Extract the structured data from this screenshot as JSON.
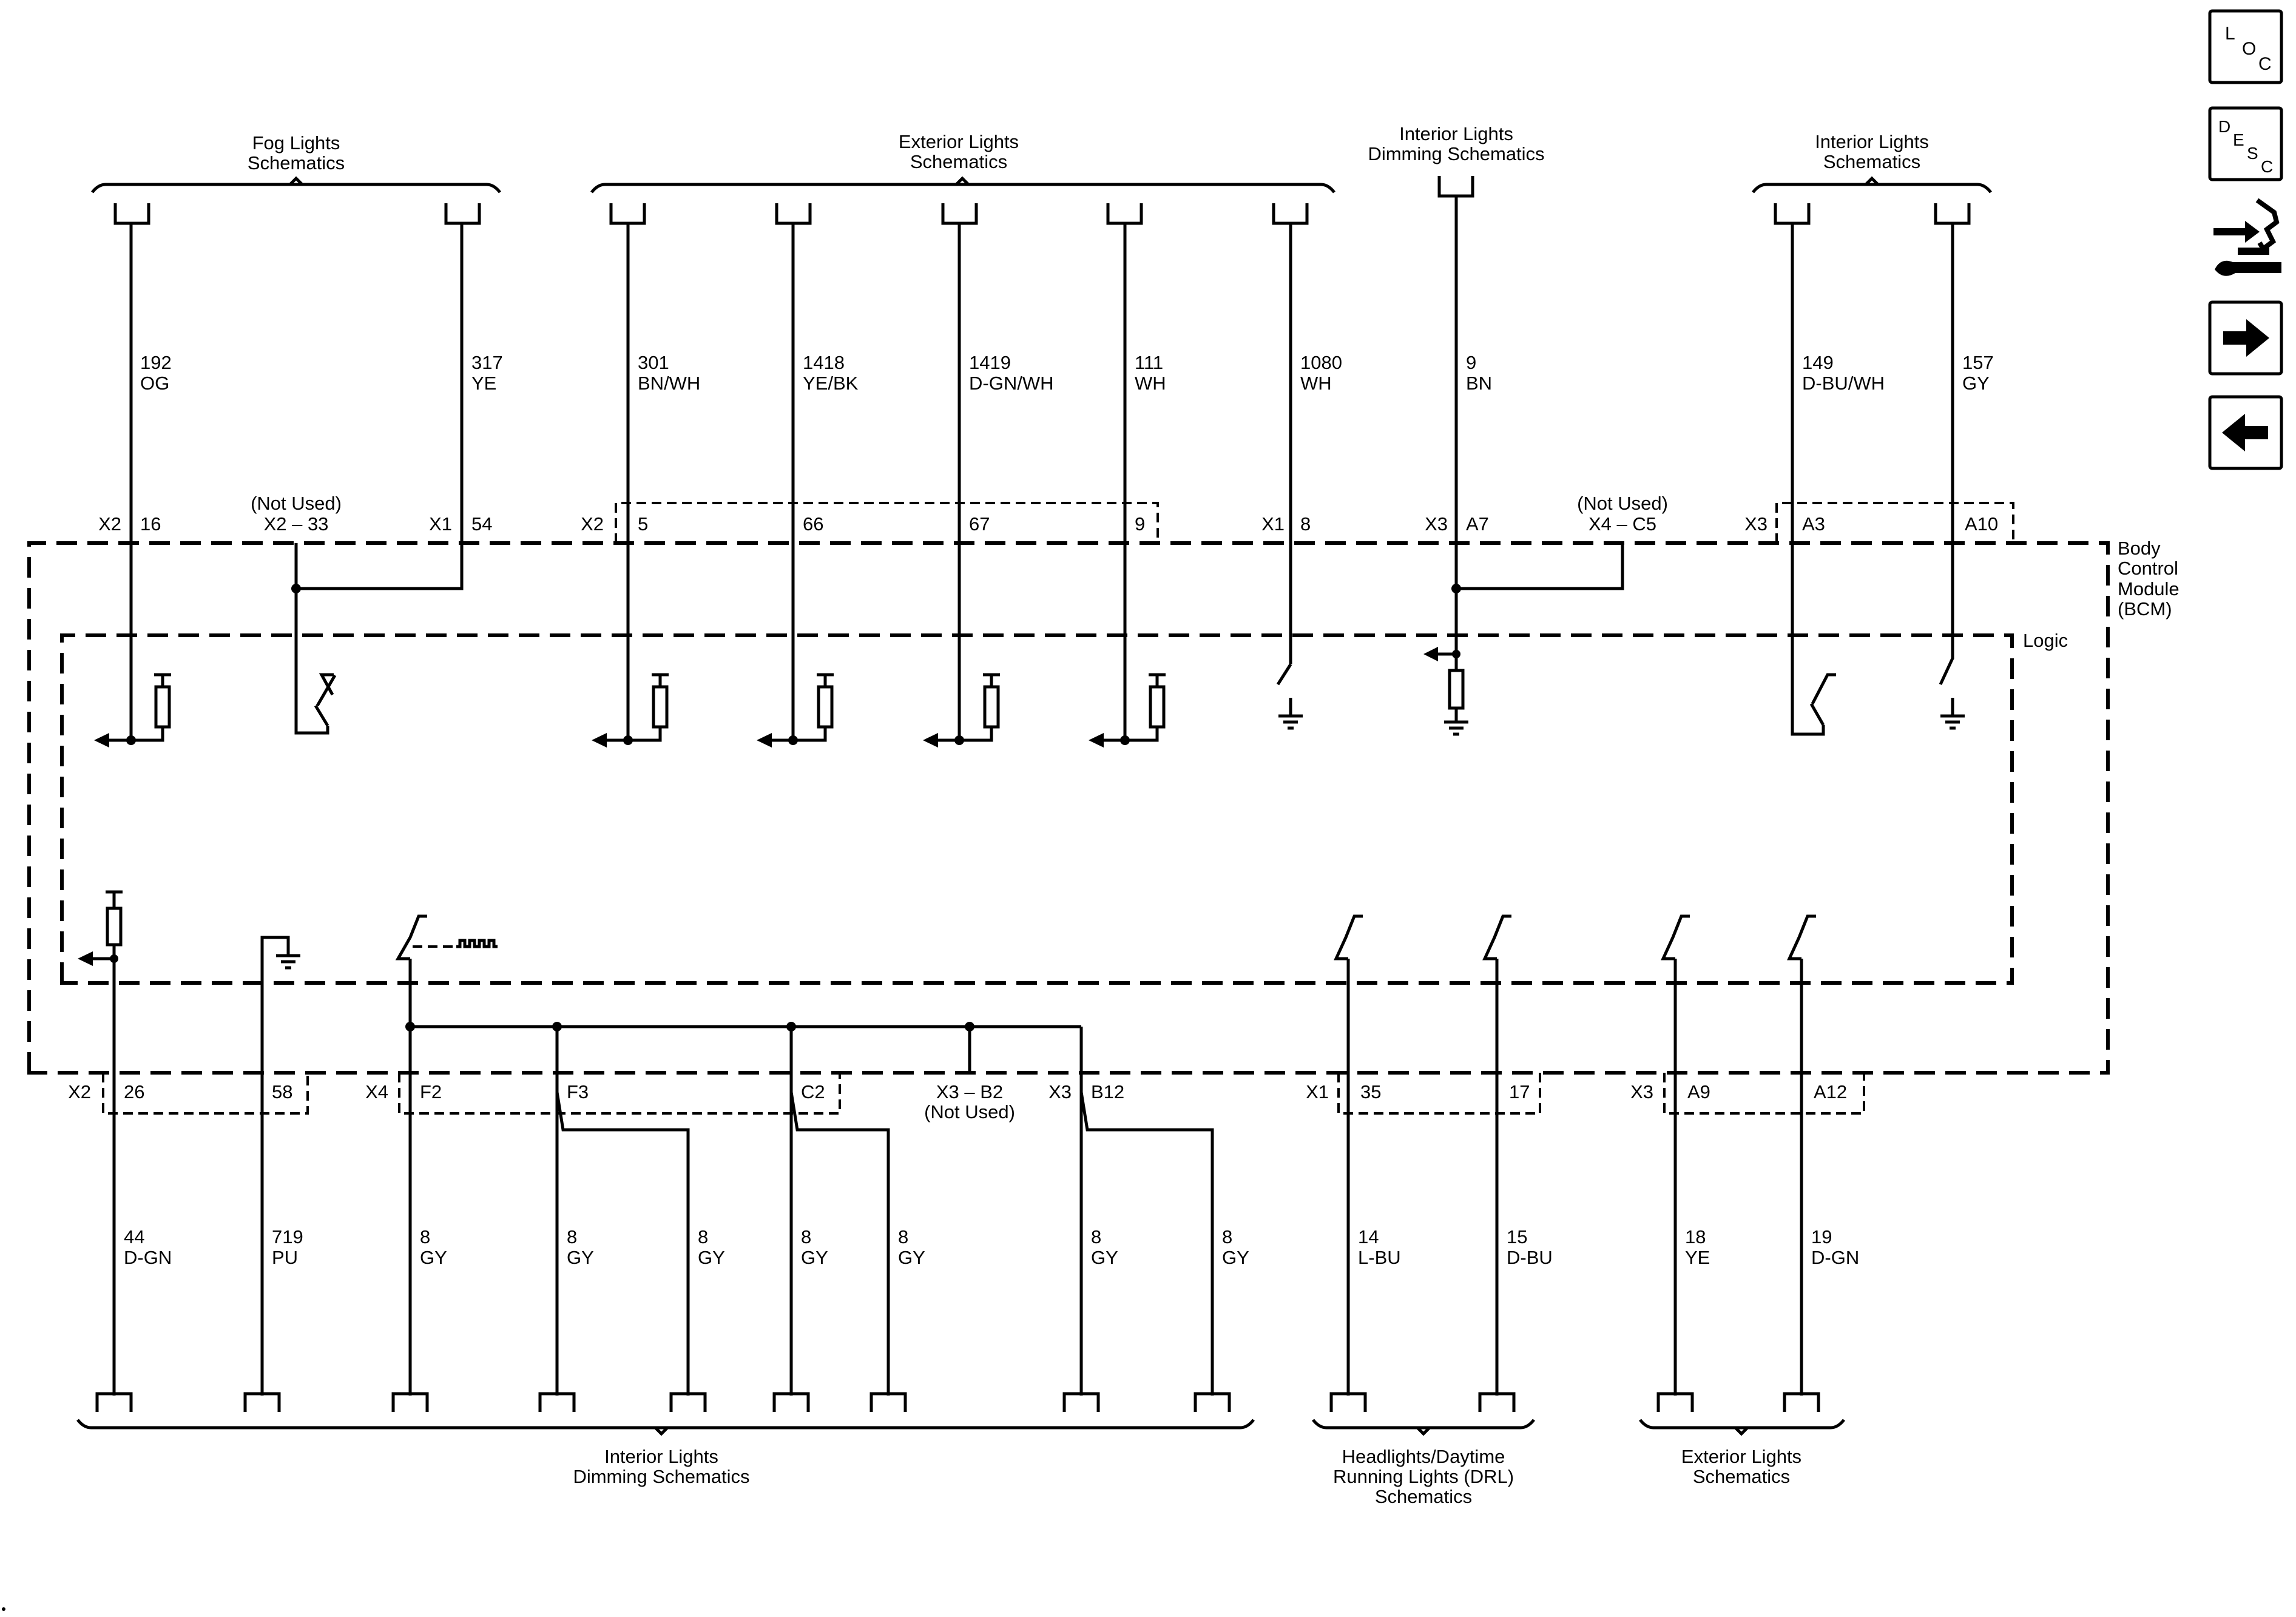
{
  "groups": {
    "fog_top": [
      "Fog Lights",
      "Schematics"
    ],
    "ext_top": [
      "Exterior Lights",
      "Schematics"
    ],
    "int_dim_top": [
      "Interior Lights",
      "Dimming Schematics"
    ],
    "int_top": [
      "Interior Lights",
      "Schematics"
    ],
    "int_dim_bottom": [
      "Interior Lights",
      "Dimming Schematics"
    ],
    "drl_bottom": [
      "Headlights/Daytime",
      "Running Lights (DRL)",
      "Schematics"
    ],
    "ext_bottom": [
      "Exterior Lights",
      "Schematics"
    ]
  },
  "module": {
    "name": [
      "Body",
      "Control",
      "Module",
      "(BCM)"
    ],
    "logic": "Logic"
  },
  "not_used": "(Not Used)",
  "top_wires": [
    {
      "circuit": "192",
      "color": "OG",
      "connector": "X2",
      "pin": "16"
    },
    {
      "circuit": "317",
      "color": "YE",
      "connector": "X1",
      "pin": "54"
    },
    {
      "circuit": "301",
      "color": "BN/WH",
      "connector": "X2",
      "pin": "5"
    },
    {
      "circuit": "1418",
      "color": "YE/BK",
      "connector": "",
      "pin": "66"
    },
    {
      "circuit": "1419",
      "color": "D-GN/WH",
      "connector": "",
      "pin": "67"
    },
    {
      "circuit": "111",
      "color": "WH",
      "connector": "",
      "pin": "9"
    },
    {
      "circuit": "1080",
      "color": "WH",
      "connector": "X1",
      "pin": "8"
    },
    {
      "circuit": "9",
      "color": "BN",
      "connector": "X3",
      "pin": "A7"
    },
    {
      "circuit": "149",
      "color": "D-BU/WH",
      "connector": "X3",
      "pin": "A3"
    },
    {
      "circuit": "157",
      "color": "GY",
      "connector": "",
      "pin": "A10"
    }
  ],
  "top_unused": [
    {
      "connector_pin": "X2 – 33"
    },
    {
      "connector_pin": "X4 – C5"
    }
  ],
  "bottom_wires": [
    {
      "circuit": "44",
      "color": "D-GN",
      "connector": "X2",
      "pin": "26"
    },
    {
      "circuit": "719",
      "color": "PU",
      "connector": "",
      "pin": "58"
    },
    {
      "circuit": "8",
      "color": "GY",
      "connector": "X4",
      "pin": "F2"
    },
    {
      "circuit": "8",
      "color": "GY",
      "connector": "",
      "pin": "F3"
    },
    {
      "circuit": "8",
      "color": "GY",
      "connector": "",
      "pin": ""
    },
    {
      "circuit": "8",
      "color": "GY",
      "connector": "",
      "pin": "C2"
    },
    {
      "circuit": "8",
      "color": "GY",
      "connector": "",
      "pin": ""
    },
    {
      "circuit": "8",
      "color": "GY",
      "connector": "X3",
      "pin": "B12"
    },
    {
      "circuit": "8",
      "color": "GY",
      "connector": "",
      "pin": ""
    },
    {
      "circuit": "14",
      "color": "L-BU",
      "connector": "X1",
      "pin": "35"
    },
    {
      "circuit": "15",
      "color": "D-BU",
      "connector": "",
      "pin": "17"
    },
    {
      "circuit": "18",
      "color": "YE",
      "connector": "X3",
      "pin": "A9"
    },
    {
      "circuit": "19",
      "color": "D-GN",
      "connector": "",
      "pin": "A12"
    }
  ],
  "bottom_unused": {
    "connector_pin": "X3 – B2"
  },
  "nav": {
    "loc": [
      "L",
      "O",
      "C"
    ],
    "desc": [
      "D",
      "E",
      "S",
      "C"
    ],
    "icons": [
      "connector-tool-icon",
      "arrow-right-icon",
      "arrow-left-icon"
    ]
  }
}
